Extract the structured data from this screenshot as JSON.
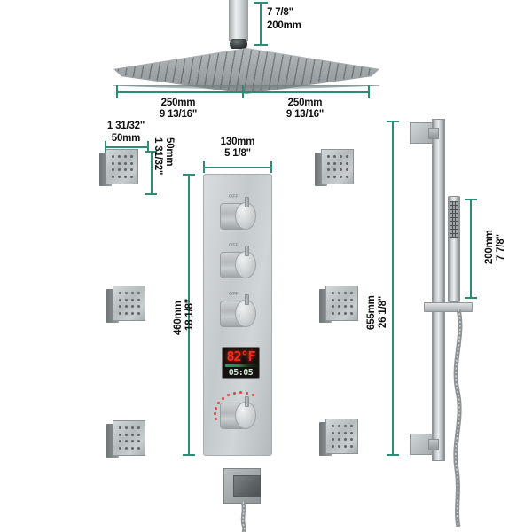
{
  "diagram": {
    "title": "Shower System Dimension Diagram",
    "line_color": "#2e8b78",
    "text_color": "#101010"
  },
  "dimensions": {
    "ceiling_arm": {
      "metric": "200mm",
      "imperial": "7 7/8\""
    },
    "rain_head_left": {
      "metric": "250mm",
      "imperial": "9 13/16\""
    },
    "rain_head_right": {
      "metric": "250mm",
      "imperial": "9 13/16\""
    },
    "body_jet_width": {
      "metric": "50mm",
      "imperial": "1 31/32\""
    },
    "body_jet_height": {
      "metric": "50mm",
      "imperial": "1 31/32\""
    },
    "panel_width": {
      "metric": "130mm",
      "imperial": "5 1/8\""
    },
    "panel_height": {
      "metric": "460mm",
      "imperial": "18 1/8\""
    },
    "slide_bar_height": {
      "metric": "655mm",
      "imperial": "26 1/8\""
    },
    "hand_shower_length": {
      "metric": "200mm",
      "imperial": "7 7/8\""
    }
  },
  "control_panel": {
    "knob_labels": [
      "OFF",
      "OFF",
      "OFF"
    ],
    "display": {
      "temperature": "82°F",
      "timer": "05:05"
    }
  },
  "parts": {
    "ceiling_arm": "ceiling-shower-arm",
    "rain_head": "square-rain-shower-head",
    "body_jets": "square-body-spray-jet",
    "control_panel": "thermostatic-mixing-valve-panel",
    "slide_bar": "hand-shower-slide-bar",
    "hand_shower": "square-hand-shower",
    "outlet_elbow": "wall-outlet-elbow"
  }
}
